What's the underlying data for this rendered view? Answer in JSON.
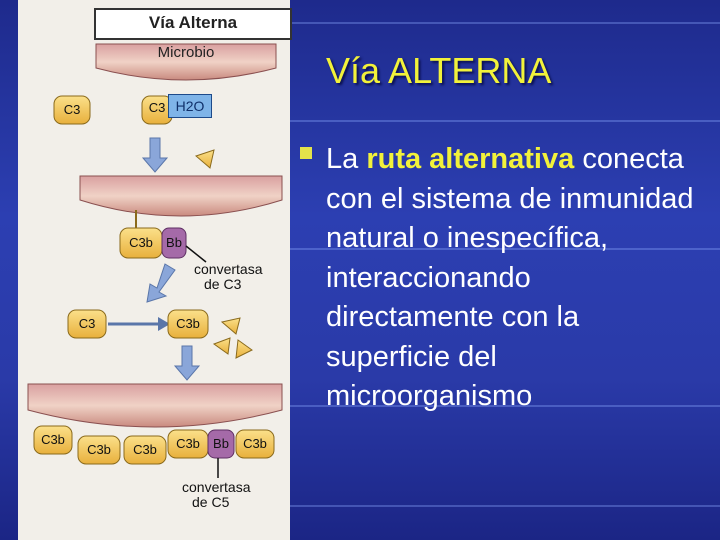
{
  "panel": {
    "title": "Vía Alterna"
  },
  "diagram": {
    "microbe_label": "Microbio",
    "c3": "C3",
    "c3b": "C3b",
    "bb": "Bb",
    "h2o": "H2O",
    "convertase_c3_line1": "convertasa",
    "convertase_c3_line2": "de C3",
    "convertase_c5_line1": "convertasa",
    "convertase_c5_line2": "de C5"
  },
  "slide": {
    "title": "Vía ALTERNA",
    "body_prefix": "La ",
    "body_bold": "ruta alternativa",
    "body_rest": "conecta con el sistema de inmunidad natural o inespecífica, interaccionando directamente con la superficie del microorganismo"
  },
  "colors": {
    "background": "#2a3aa8",
    "title": "#f2f23a",
    "text": "#ffffff",
    "pill": "#f3c65a",
    "bb": "#a56aa8"
  }
}
